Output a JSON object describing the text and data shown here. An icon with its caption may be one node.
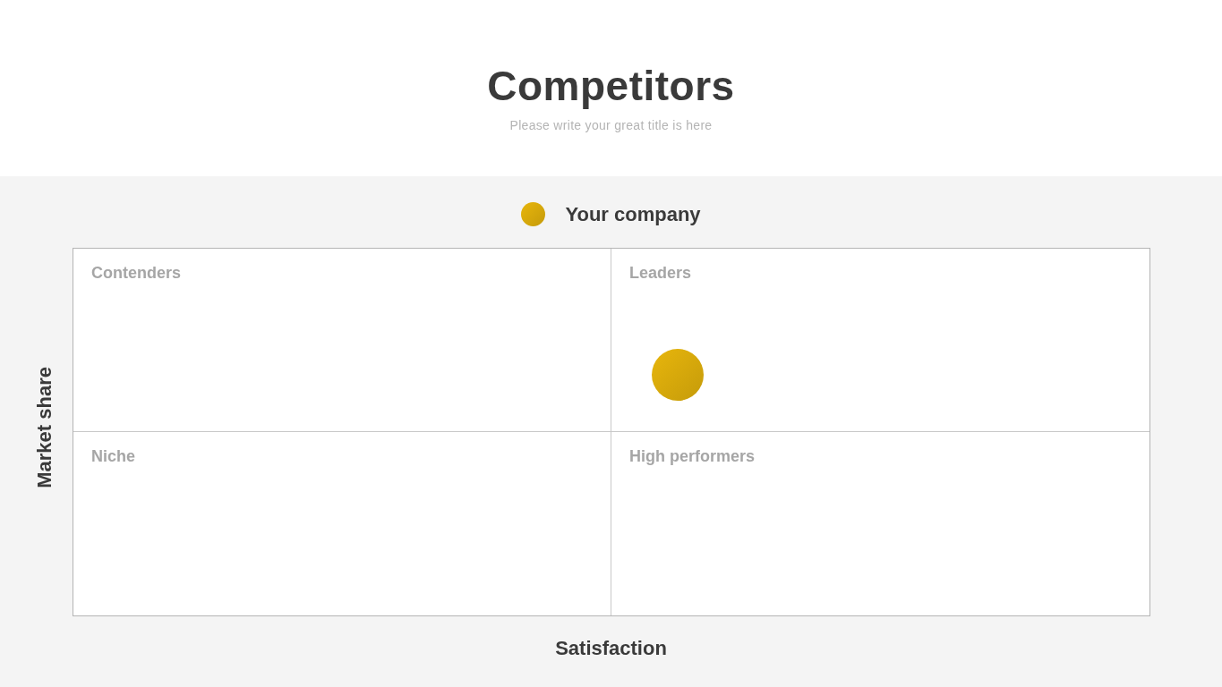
{
  "diagram": {
    "title": "Competitors",
    "nodes": [
      {
        "text": [
          "Contenders"
        ]
      },
      {
        "text": [
          "Leaders"
        ]
      },
      {
        "text": [
          "Niche"
        ]
      },
      {
        "text": [
          "High performers"
        ]
      }
    ],
    "labels": [
      "Please write your great title is here",
      "Market share",
      "Satisfaction"
    ],
    "legend": [
      {
        "text": "Your company",
        "color": "#e8b60c"
      }
    ]
  }
}
